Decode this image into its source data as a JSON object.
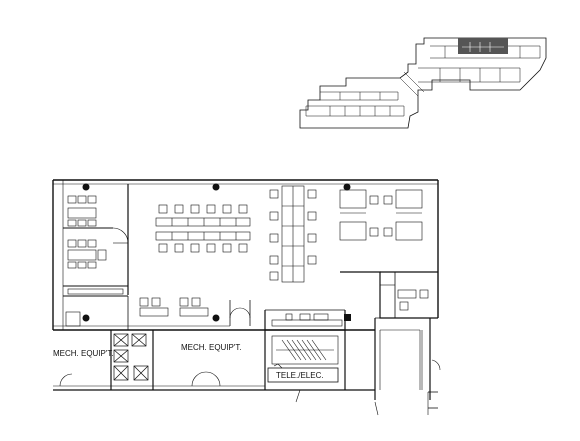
{
  "plan": {
    "rooms": {
      "mech_left": "MECH. EQUIP'T.",
      "mech_center": "MECH. EQUIP'T.",
      "tele_elec": "TELE./ELEC."
    }
  }
}
